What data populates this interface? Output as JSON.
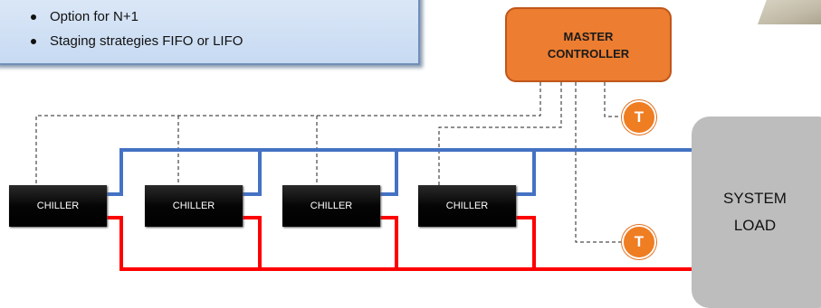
{
  "info": {
    "bullets": [
      "Option for N+1",
      "Staging strategies FIFO or LIFO"
    ]
  },
  "controller": {
    "line1": "MASTER",
    "line2": "CONTROLLER"
  },
  "chillers": [
    {
      "label": "CHILLER"
    },
    {
      "label": "CHILLER"
    },
    {
      "label": "CHILLER"
    },
    {
      "label": "CHILLER"
    }
  ],
  "system_load": {
    "line1": "SYSTEM",
    "line2": "LOAD"
  },
  "sensors": [
    {
      "label": "T"
    },
    {
      "label": "T"
    }
  ],
  "colors": {
    "supply_pipe": "#4472c4",
    "return_pipe": "#ff0000",
    "controller": "#ec7d31",
    "sensor": "#ef7d22",
    "system_load": "#bdbdbd",
    "info_box": "#c7daf2"
  }
}
